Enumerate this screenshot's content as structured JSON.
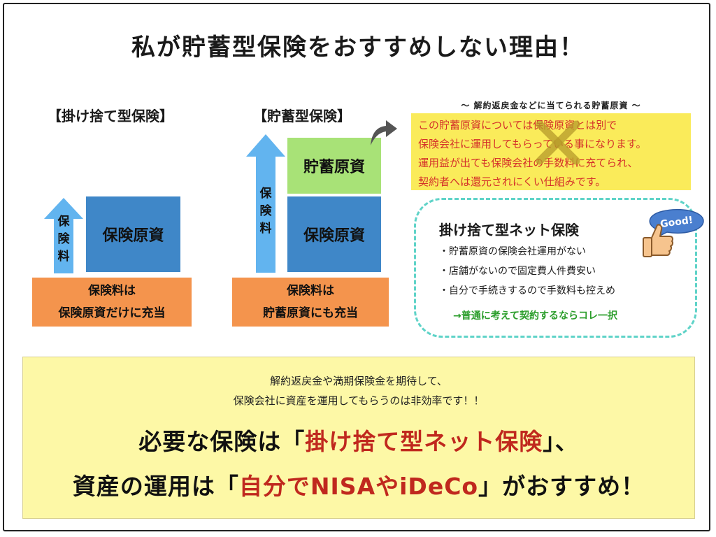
{
  "title": "私が貯蓄型保険をおすすめしない理由！",
  "left": {
    "heading": "【掛け捨て型保険】",
    "arrow_label": "保険料",
    "block": "保険原資",
    "base_line1": "保険料は",
    "base_line2": "保険原資だけに充当"
  },
  "middle": {
    "heading": "【貯蓄型保険】",
    "arrow_label": "保険料",
    "block_top": "貯蓄原資",
    "block_bottom": "保険原資",
    "base_line1": "保険料は",
    "base_line2": "貯蓄原資にも充当"
  },
  "note": {
    "caption": "～ 解約返戻金などに当てられる貯蓄原資 ～",
    "lines": [
      "この貯蓄原資については保険原資とは別で",
      "保険会社に運用してもらっている事になります。",
      "運用益が出ても保険会社の手数料に充てられ、",
      "契約者へは還元されにくい仕組みです。"
    ]
  },
  "net": {
    "title": "掛け捨て型ネット保険",
    "badge": "Good!",
    "items": [
      "・貯蓄原資の保険会社運用がない",
      "・店舗がないので固定費人件費安い",
      "・自分で手続きするので手数料も控えめ"
    ],
    "conclusion": "→普通に考えて契約するならコレ一択"
  },
  "bottom": {
    "sub_line1": "解約返戻金や満期保険金を期待して、",
    "sub_line2": "保険会社に資産を運用してもらうのは非効率です！！",
    "main1_pre": "必要な保険は「",
    "main1_red": "掛け捨て型ネット保険",
    "main1_post": "」、",
    "main2_pre": "資産の運用は「",
    "main2_red": "自分でNISAやiDeCo",
    "main2_post": "」がおすすめ！"
  },
  "colors": {
    "blue": "#3f87c8",
    "light_blue": "#62b4ef",
    "green": "#a8e277",
    "orange": "#f4944d",
    "yellow": "#faeb5a",
    "red_text": "#d4302a",
    "teal_dash": "#5fd3c8",
    "pale_yellow": "#fdf8a6"
  },
  "icons": [
    "arrow-up-icon",
    "curved-arrow-icon",
    "cross-mark-icon",
    "thumbs-up-icon",
    "good-badge-icon"
  ]
}
